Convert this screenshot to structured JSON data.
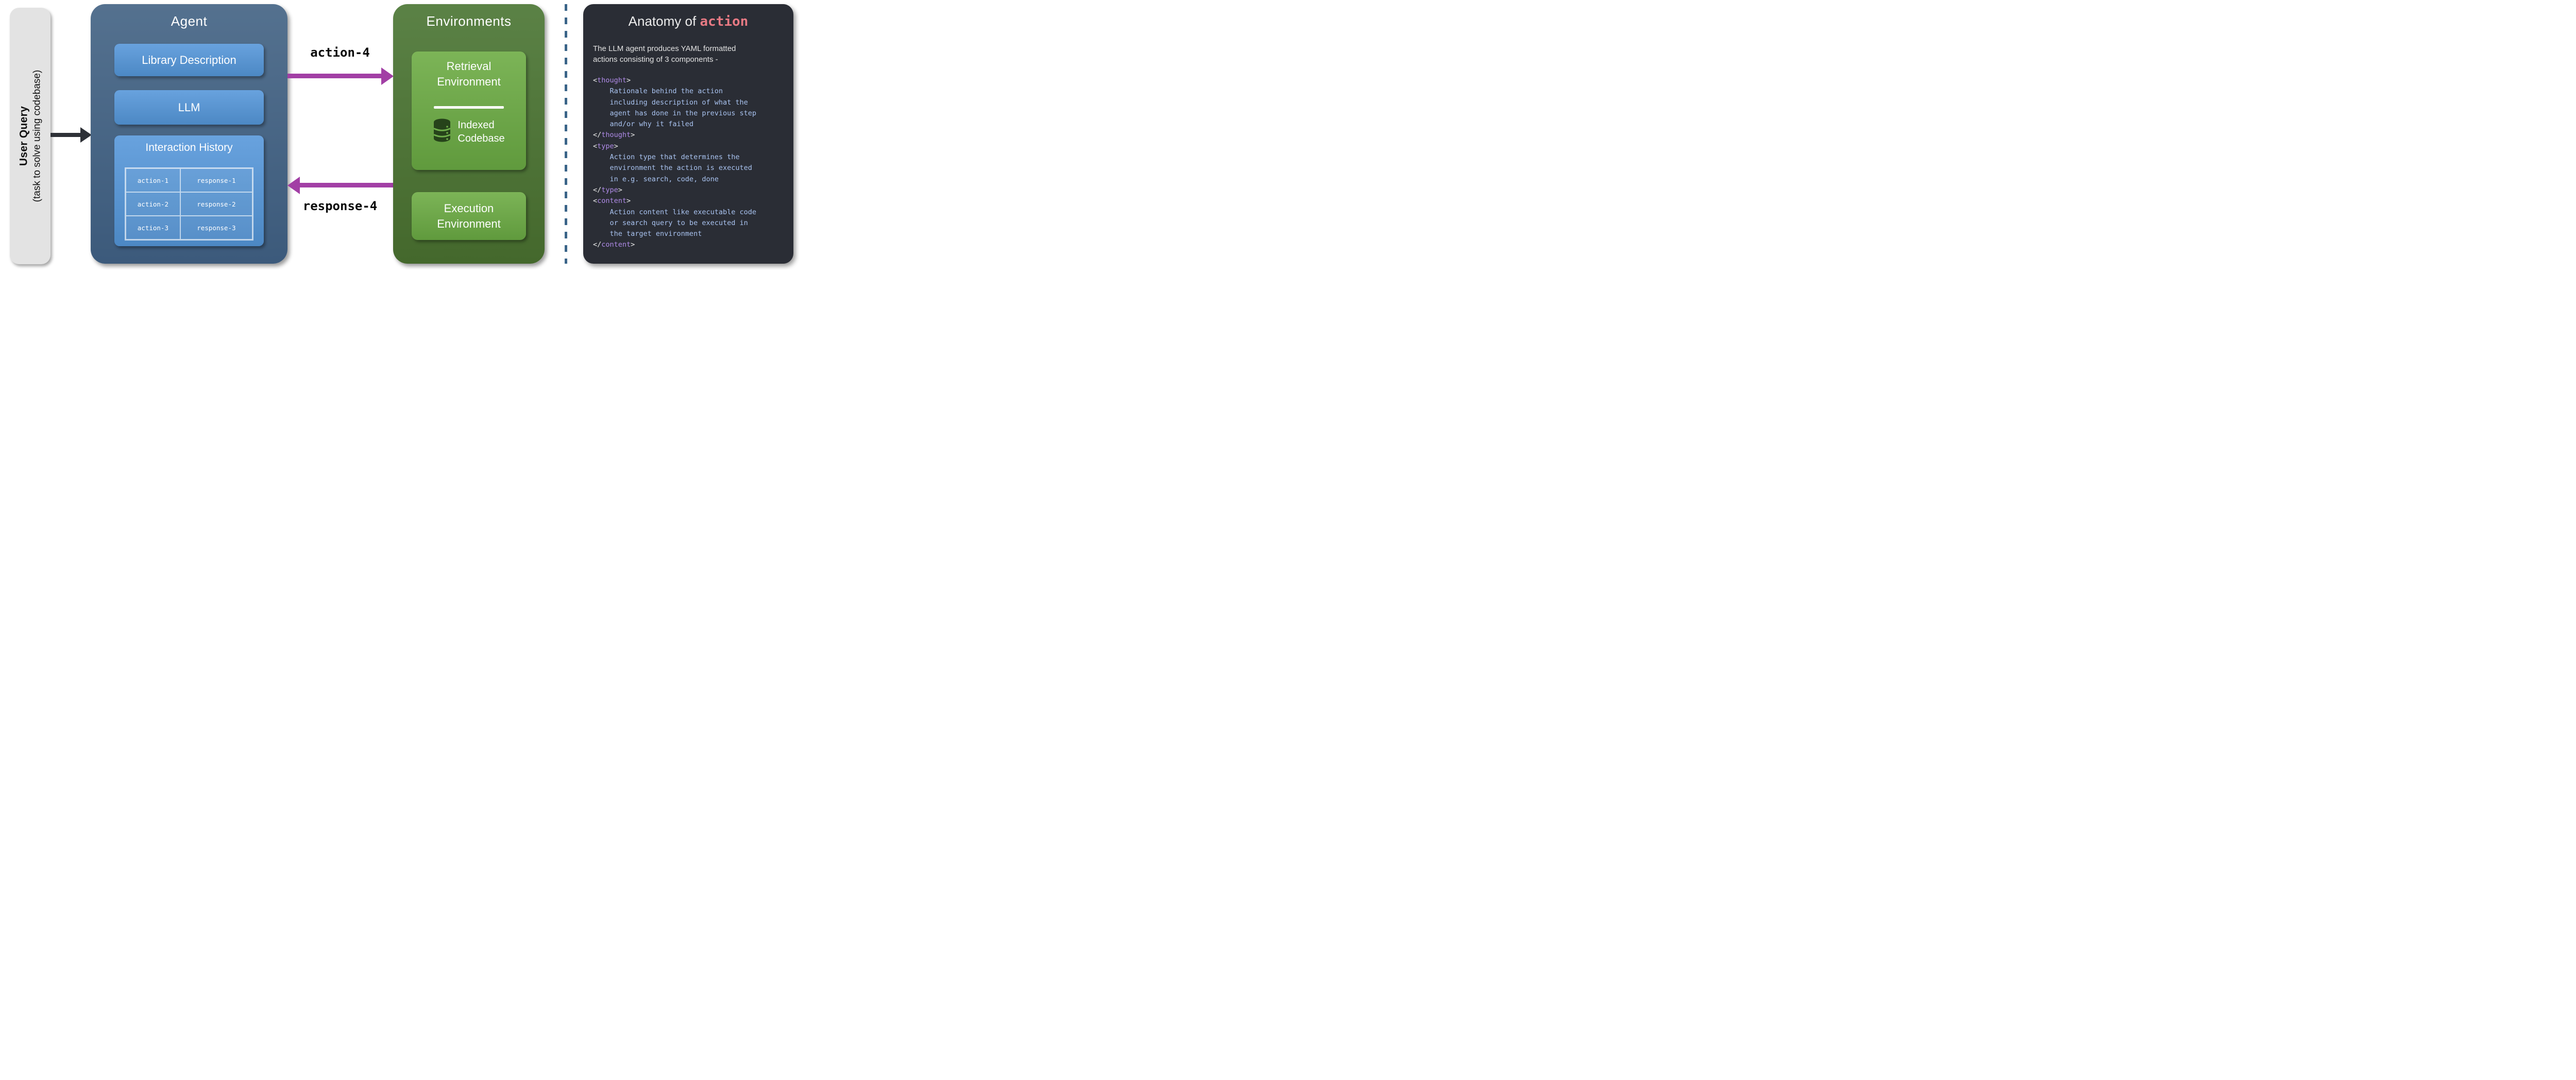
{
  "colors": {
    "p": "#eaeaea",
    "t": "#b18cea",
    "b": "#a9c3f0",
    "keyword_pink": "#e87a84",
    "purple_arrow": "#a23fa5",
    "black_arrow": "#2e3137",
    "dashed_divider": "#3a6488",
    "agent_blue_dark": "#3c5a7b",
    "agent_blue_inner": "#5b9ad6",
    "env_green_dark": "#44682c",
    "env_green_inner": "#6fae4b",
    "panel_bg": "#2a2d35",
    "user_query_gray": "#e3e3e3"
  },
  "user_query": {
    "title": "User Query",
    "subtitle": "(task to solve using codebase)"
  },
  "agent": {
    "title": "Agent",
    "library_description": "Library Description",
    "llm": "LLM",
    "interaction_history_title": "Interaction History",
    "history_rows": [
      [
        "action-1",
        "response-1"
      ],
      [
        "action-2",
        "response-2"
      ],
      [
        "action-3",
        "response-3"
      ]
    ]
  },
  "flow": {
    "action_arrow_label": "action-4",
    "response_arrow_label": "response-4"
  },
  "environments": {
    "title": "Environments",
    "retrieval_line1": "Retrieval",
    "retrieval_line2": "Environment",
    "indexed_line1": "Indexed",
    "indexed_line2": "Codebase",
    "execution_line1": "Execution",
    "execution_line2": "Environment"
  },
  "anatomy": {
    "title_prefix": "Anatomy of ",
    "title_keyword": "action",
    "subtitle_line1": "The LLM agent produces YAML formatted",
    "subtitle_line2": "actions consisting of 3 components -",
    "code_lines": [
      [
        [
          "p",
          "<"
        ],
        [
          "t",
          "thought"
        ],
        [
          "p",
          ">"
        ]
      ],
      [
        [
          "b",
          "    Rationale behind the action"
        ]
      ],
      [
        [
          "b",
          "    including description of what the"
        ]
      ],
      [
        [
          "b",
          "    agent has done in the previous step"
        ]
      ],
      [
        [
          "b",
          "    and/or why it failed"
        ]
      ],
      [
        [
          "p",
          "</"
        ],
        [
          "t",
          "thought"
        ],
        [
          "p",
          ">"
        ]
      ],
      [
        [
          "p",
          "<"
        ],
        [
          "t",
          "type"
        ],
        [
          "p",
          ">"
        ]
      ],
      [
        [
          "b",
          "    Action type that determines the"
        ]
      ],
      [
        [
          "b",
          "    environment the action is executed"
        ]
      ],
      [
        [
          "b",
          "    in e.g. search, code, done"
        ]
      ],
      [
        [
          "p",
          "</"
        ],
        [
          "t",
          "type"
        ],
        [
          "p",
          ">"
        ]
      ],
      [
        [
          "p",
          "<"
        ],
        [
          "t",
          "content"
        ],
        [
          "p",
          ">"
        ]
      ],
      [
        [
          "b",
          "    Action content like executable code"
        ]
      ],
      [
        [
          "b",
          "    or search query to be executed in"
        ]
      ],
      [
        [
          "b",
          "    the target environment"
        ]
      ],
      [
        [
          "p",
          "</"
        ],
        [
          "t",
          "content"
        ],
        [
          "p",
          ">"
        ]
      ]
    ]
  }
}
